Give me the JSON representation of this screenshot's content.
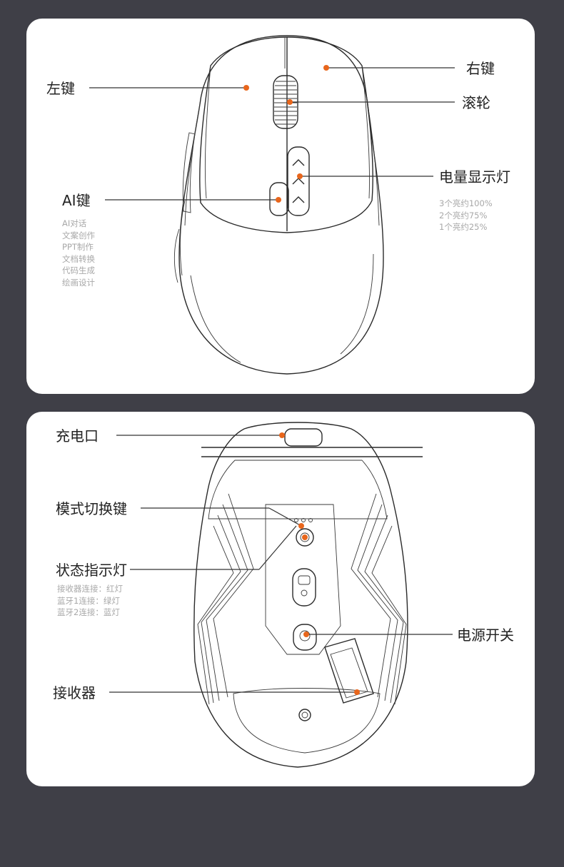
{
  "accent_color": "#e8661c",
  "top_panel": {
    "labels": {
      "left_button": "左键",
      "right_button": "右键",
      "scroll_wheel": "滚轮",
      "battery_indicator": "电量显示灯",
      "ai_key": "AI键"
    },
    "battery_levels": [
      "3个亮约100%",
      "2个亮约75%",
      "1个亮约25%"
    ],
    "ai_functions": [
      "AI对话",
      "文案创作",
      "PPT制作",
      "文档转换",
      "代码生成",
      "绘画设计"
    ]
  },
  "bottom_panel": {
    "labels": {
      "charging_port": "充电口",
      "mode_switch": "模式切换键",
      "status_light": "状态指示灯",
      "power_switch": "电源开关",
      "receiver": "接收器"
    },
    "status_modes": [
      "接收器连接：红灯",
      "蓝牙1连接：绿灯",
      "蓝牙2连接：蓝灯"
    ]
  }
}
